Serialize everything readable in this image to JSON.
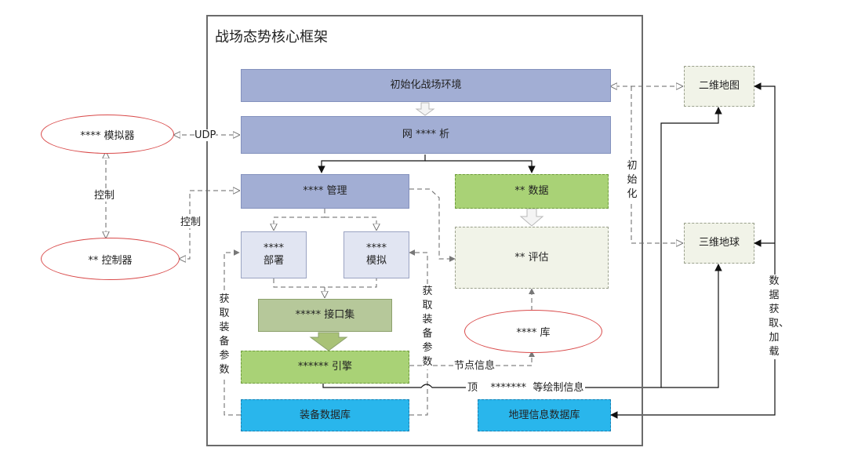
{
  "frame_title": "战场态势核心框架",
  "boxes": {
    "init_env": "初始化战场环境",
    "net_analysis": "网 **** 析",
    "management": "**** 管理",
    "data": "** 数据",
    "deploy_stars": "****",
    "deploy_label": "部署",
    "simulate_stars": "****",
    "simulate_label": "模拟",
    "assessment": "** 评估",
    "interface_set": "***** 接口集",
    "engine": "****** 引擎",
    "equipment_db": "装备数据库",
    "geo_db": "地理信息数据库",
    "map_2d": "二维地图",
    "globe_3d": "三维地球"
  },
  "ellipses": {
    "simulator": "**** 模拟器",
    "controller": "** 控制器",
    "library": "**** 库"
  },
  "labels": {
    "udp": "UDP",
    "control_left": "控制",
    "control_mid": "控制",
    "get_params_left": "获取装备参数",
    "get_params_right": "获取装备参数",
    "node_info": "节点信息",
    "vertex_prefix": "顶",
    "vertex_stars": "*******",
    "vertex_suffix": "等绘制信息",
    "initialize": "初始化",
    "data_load": "数据获取、加载"
  },
  "colors": {
    "frame": "#6b6b6b",
    "blue_box": "#a2aed4",
    "green_box": "#a9d276",
    "olive_box": "#b6c89a",
    "cyan_box": "#29b6ec",
    "ellipse_border": "#d94a4a"
  }
}
